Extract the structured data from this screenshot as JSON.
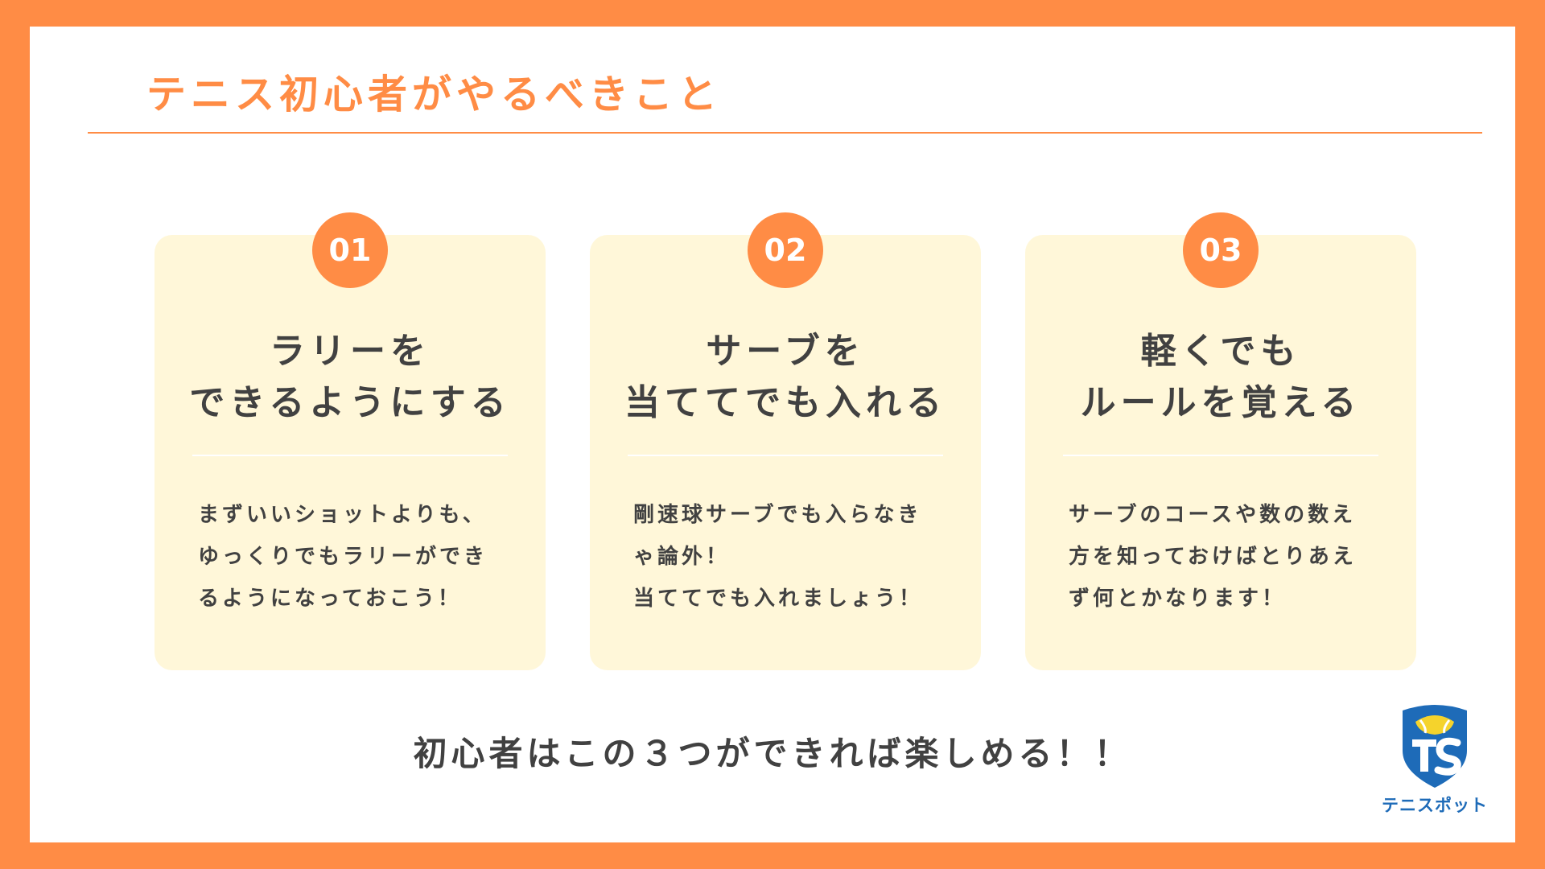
{
  "page": {
    "title": "テニス初心者がやるべきこと",
    "accent_color": "#FF8C45",
    "card_color": "#FFF7D9",
    "text_color": "#414141"
  },
  "cards": [
    {
      "number": "01",
      "heading": [
        "ラリーを",
        "できるようにする"
      ],
      "body": [
        "まずいいショットよりも、",
        "ゆっくりでもラリーができ",
        "るようになっておこう！"
      ]
    },
    {
      "number": "02",
      "heading": [
        "サーブを",
        "当ててでも入れる"
      ],
      "body": [
        "剛速球サーブでも入らなき",
        "ゃ論外！",
        "当ててでも入れましょう！"
      ]
    },
    {
      "number": "03",
      "heading": [
        "軽くでも",
        "ルールを覚える"
      ],
      "body": [
        "サーブのコースや数の数え",
        "方を知っておけばとりあえ",
        "ず何とかなります！"
      ]
    }
  ],
  "footer": {
    "text": "初心者はこの３つができれば楽しめる！！"
  },
  "logo": {
    "icon": "tennis-ball-shield-icon",
    "text": "テニスポット",
    "colors": [
      "#1E6BB8",
      "#F5D32C"
    ]
  }
}
